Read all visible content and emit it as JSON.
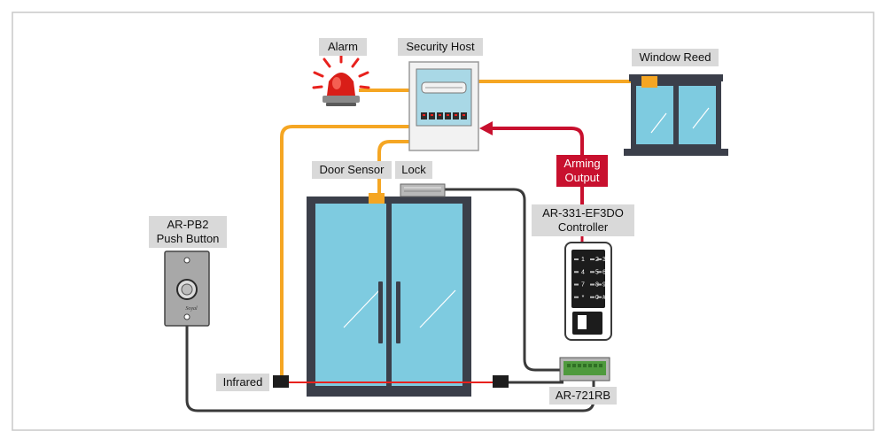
{
  "labels": {
    "alarm": "Alarm",
    "security_host": "Security Host",
    "window_reed": "Window Reed",
    "door_sensor": "Door Sensor",
    "lock": "Lock",
    "arming_output_1": "Arming",
    "arming_output_2": "Output",
    "controller_model": "AR-331-EF3DO",
    "controller_word": "Controller",
    "push_button_model": "AR-PB2",
    "push_button_word": "Push Button",
    "infrared": "Infrared",
    "relay_board": "AR-721RB",
    "push_button_brand": "Soyal"
  },
  "keypad": {
    "keys": [
      "1",
      "2",
      "3",
      "4",
      "5",
      "6",
      "7",
      "8",
      "9",
      "*",
      "0",
      "#"
    ]
  },
  "colors": {
    "wire_orange": "#f5a623",
    "arming_red": "#c8102e",
    "wire_black": "#3a3a3a",
    "glass": "#7ecbe0",
    "frame": "#3b3f4a",
    "label_bg": "#d9d9d9",
    "border": "#bfbfbf"
  }
}
